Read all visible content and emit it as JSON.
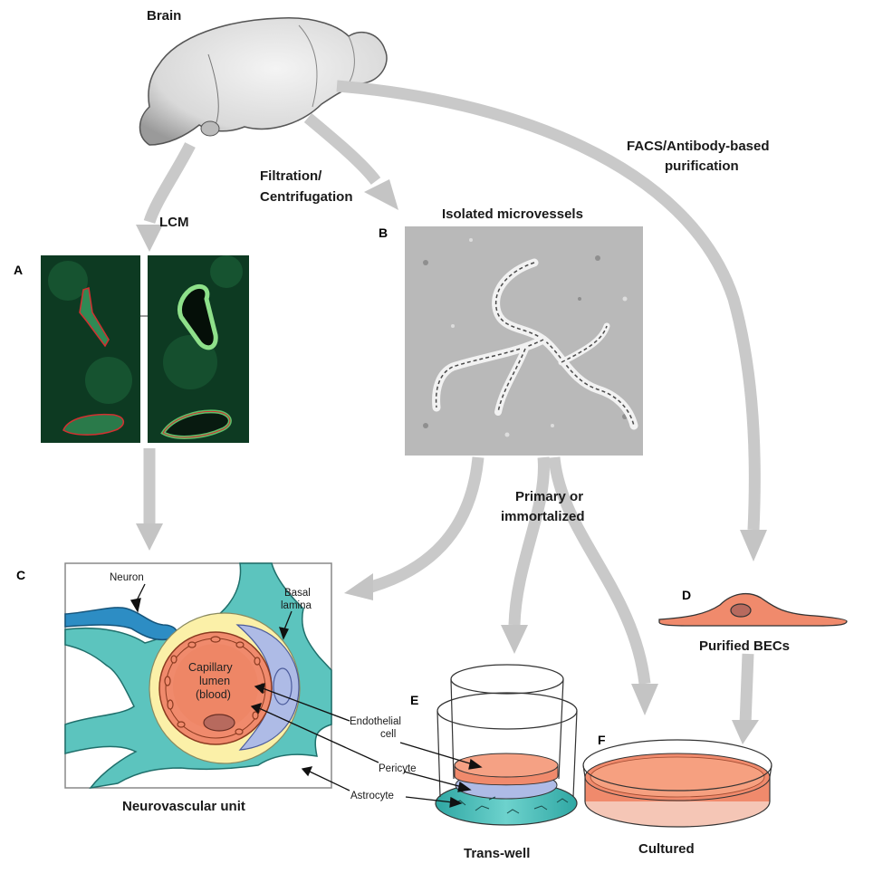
{
  "labels": {
    "brain": "Brain",
    "lcm": "LCM",
    "filtration": [
      "Filtration/",
      "Centrifugation"
    ],
    "facs": [
      "FACS/Antibody-based",
      "purification"
    ],
    "isolated": "Isolated microvessels",
    "primary": [
      "Primary or",
      "immortalized"
    ],
    "purified": "Purified BECs",
    "nvu": "Neurovascular unit",
    "transwell": "Trans-well",
    "cultured": "Cultured"
  },
  "panels": {
    "a": "A",
    "b": "B",
    "c": "C",
    "d": "D",
    "e": "E",
    "f": "F"
  },
  "nvu_labels": {
    "neuron": "Neuron",
    "basal": [
      "Basal",
      "lamina"
    ],
    "lumen": [
      "Capillary",
      "lumen",
      "(blood)"
    ],
    "endothelial": [
      "Endothelial",
      "cell"
    ],
    "pericyte": "Pericyte",
    "astrocyte": "Astrocyte"
  },
  "colors": {
    "arrow": "#c9c9c9",
    "astrocyte": "#5cc4be",
    "neuron": "#2d8dc4",
    "basal_lamina": "#fbf0a8",
    "pericyte": "#aebbe6",
    "endothelium": "#f08a6c",
    "lcm_background": "#0d3a22",
    "micrograph": "#b9b9b9"
  }
}
